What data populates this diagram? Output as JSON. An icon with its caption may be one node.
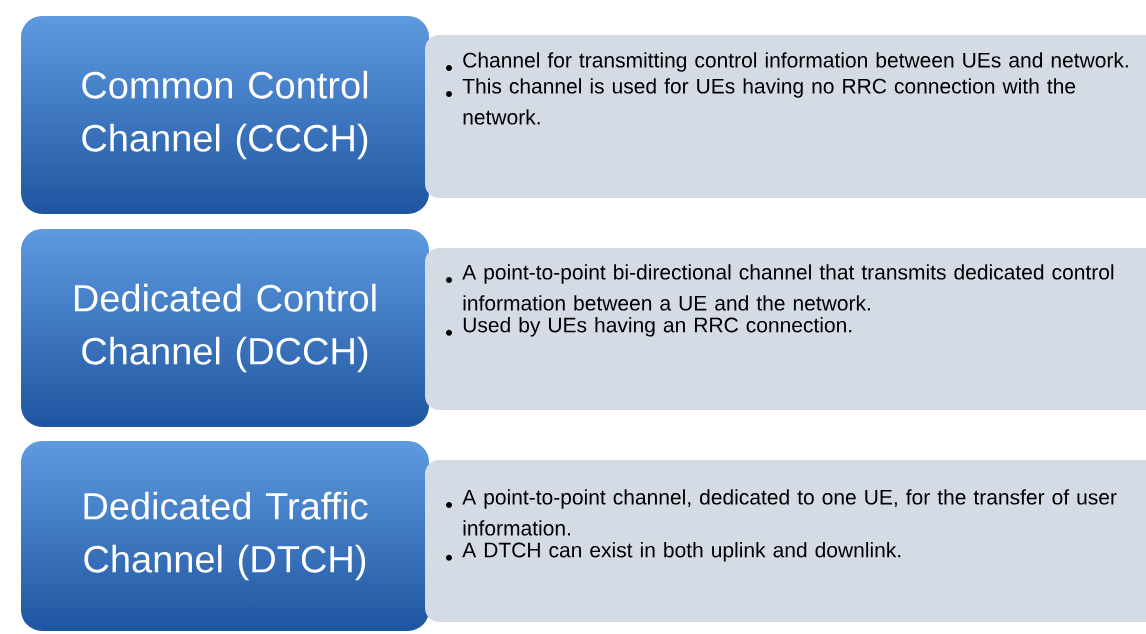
{
  "diagram": {
    "nodes": [
      {
        "text": [
          "Common Control Channel (CCCH)"
        ]
      },
      {
        "text": [
          "Channel for transmitting control information between UEs and network.",
          "This channel is used for UEs having no RRC connection with the network."
        ]
      },
      {
        "text": [
          "Dedicated Control Channel (DCCH)"
        ]
      },
      {
        "text": [
          "A point-to-point bi-directional channel that transmits dedicated control information between a UE and the network.",
          "Used by UEs having an RRC connection."
        ]
      },
      {
        "text": [
          "Dedicated Traffic Channel (DTCH)"
        ]
      },
      {
        "text": [
          "A point-to-point channel, dedicated to one UE, for the transfer of user information.",
          "A DTCH can exist in both uplink and downlink."
        ]
      }
    ],
    "edges": []
  }
}
